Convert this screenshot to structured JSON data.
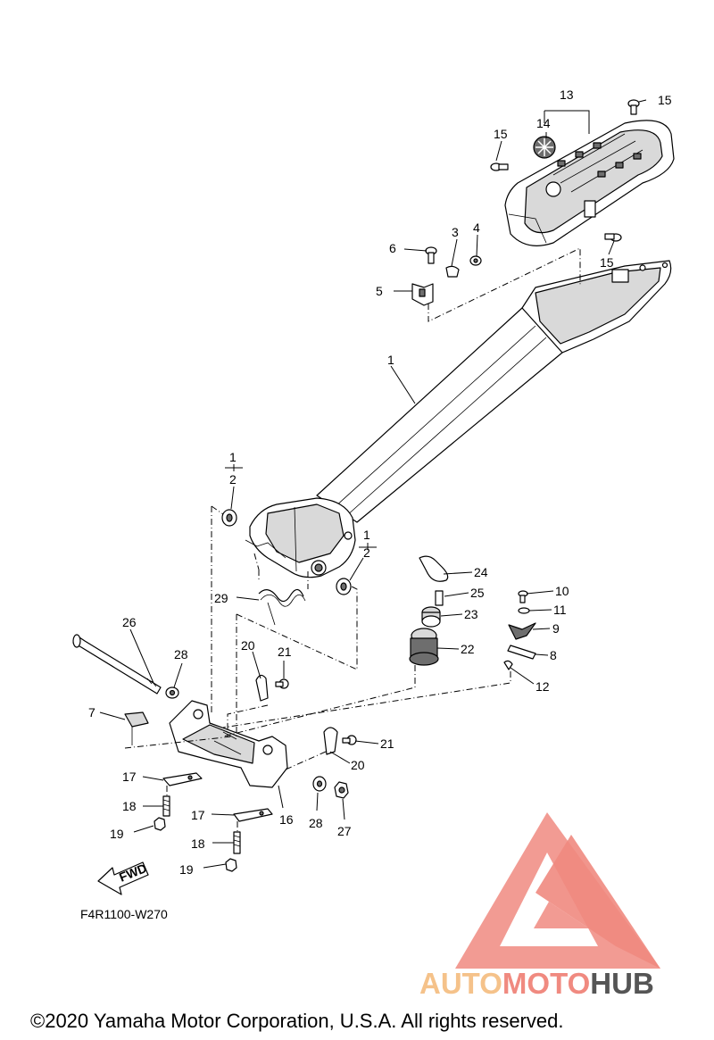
{
  "diagram_code": "F4R1100-W270",
  "fwd_label": "FWD",
  "copyright": "©2020 Yamaha Motor Corporation, U.S.A. All rights reserved.",
  "watermark": {
    "part1": "AUTO",
    "part2": "MOTO",
    "part3": "HUB",
    "color_main": "#f08a80",
    "color_text1": "#f5c28a",
    "color_text2": "#555555"
  },
  "labels": {
    "l13": "13",
    "l15a": "15",
    "l14": "14",
    "l15b": "15",
    "l15c": "15",
    "l6": "6",
    "l3": "3",
    "l4": "4",
    "l5": "5",
    "l1a": "1",
    "l1b": "1",
    "l2a": "2",
    "l1c": "1",
    "l2b": "2",
    "l24": "24",
    "l25": "25",
    "l23": "23",
    "l22": "22",
    "l10": "10",
    "l11": "11",
    "l9": "9",
    "l8": "8",
    "l12": "12",
    "l29": "29",
    "l26": "26",
    "l28a": "28",
    "l20a": "20",
    "l21a": "21",
    "l7": "7",
    "l21b": "21",
    "l20b": "20",
    "l17a": "17",
    "l18a": "18",
    "l19a": "19",
    "l16": "16",
    "l28b": "28",
    "l27": "27",
    "l17b": "17",
    "l18b": "18",
    "l19b": "19"
  }
}
